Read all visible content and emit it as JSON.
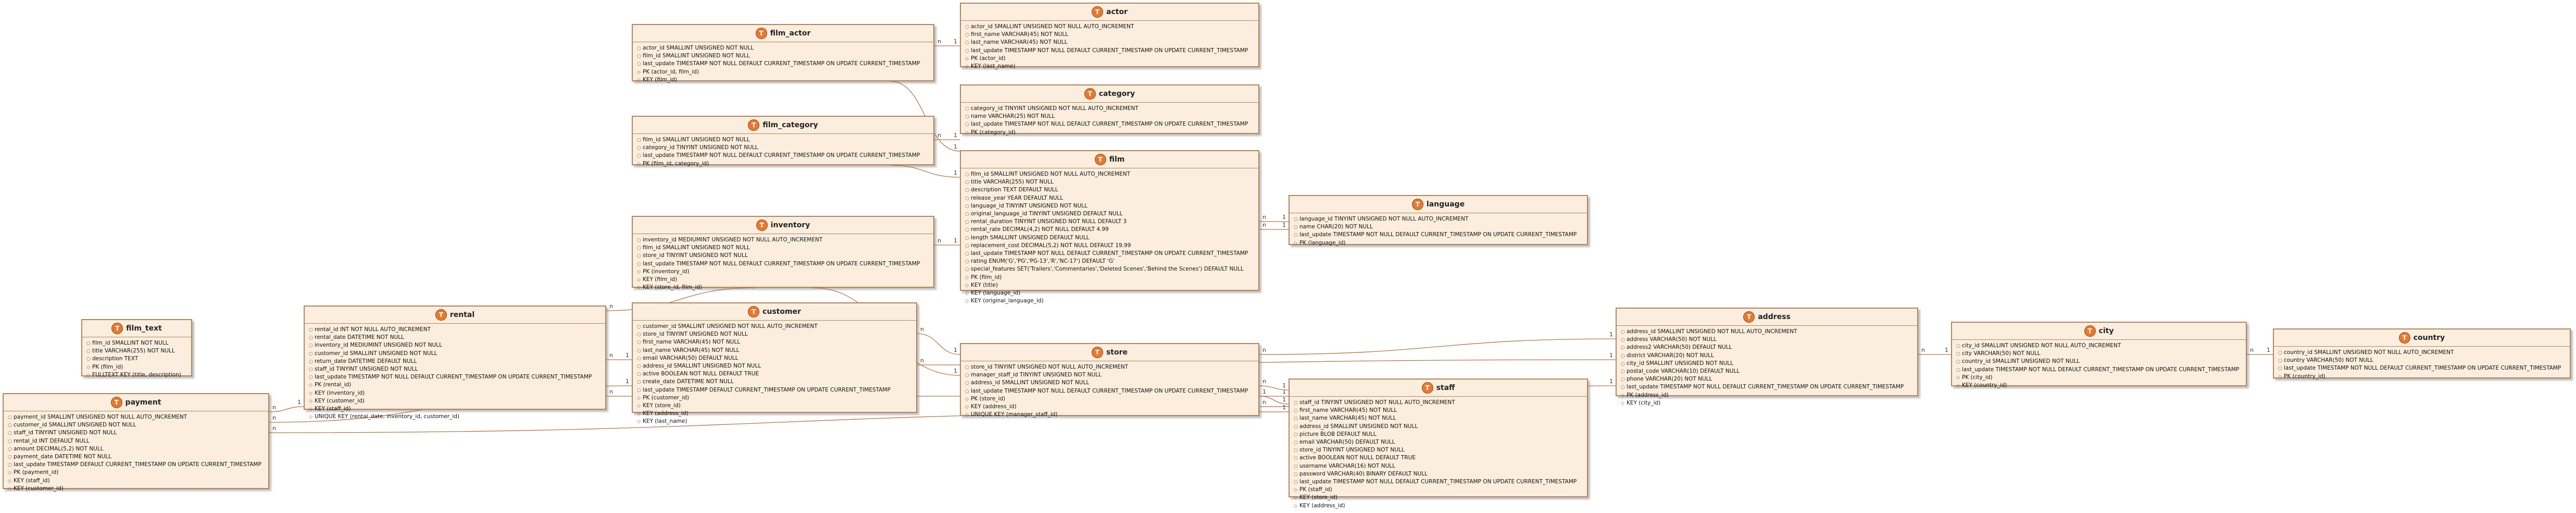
{
  "entities": {
    "film_actor": {
      "name": "film_actor",
      "rows": [
        "actor_id SMALLINT UNSIGNED NOT NULL",
        "film_id SMALLINT UNSIGNED NOT NULL",
        "last_update TIMESTAMP NOT NULL DEFAULT CURRENT_TIMESTAMP ON UPDATE CURRENT_TIMESTAMP",
        "PK (actor_id, film_id)",
        "KEY (film_id)"
      ]
    },
    "actor": {
      "name": "actor",
      "rows": [
        "actor_id SMALLINT UNSIGNED NOT NULL AUTO_INCREMENT",
        "first_name VARCHAR(45) NOT NULL",
        "last_name VARCHAR(45) NOT NULL",
        "last_update TIMESTAMP NOT NULL DEFAULT CURRENT_TIMESTAMP ON UPDATE CURRENT_TIMESTAMP",
        "PK (actor_id)",
        "KEY (last_name)"
      ]
    },
    "category": {
      "name": "category",
      "rows": [
        "category_id TINYINT UNSIGNED NOT NULL AUTO_INCREMENT",
        "name VARCHAR(25) NOT NULL",
        "last_update TIMESTAMP NOT NULL DEFAULT CURRENT_TIMESTAMP ON UPDATE CURRENT_TIMESTAMP",
        "PK (category_id)"
      ]
    },
    "film_category": {
      "name": "film_category",
      "rows": [
        "film_id SMALLINT UNSIGNED NOT NULL",
        "category_id TINYINT UNSIGNED NOT NULL",
        "last_update TIMESTAMP NOT NULL DEFAULT CURRENT_TIMESTAMP ON UPDATE CURRENT_TIMESTAMP",
        "PK (film_id, category_id)"
      ]
    },
    "film": {
      "name": "film",
      "rows": [
        "film_id SMALLINT UNSIGNED NOT NULL AUTO_INCREMENT",
        "title VARCHAR(255) NOT NULL",
        "description TEXT DEFAULT NULL",
        "release_year YEAR DEFAULT NULL",
        "language_id TINYINT UNSIGNED NOT NULL",
        "original_language_id TINYINT UNSIGNED DEFAULT NULL",
        "rental_duration TINYINT UNSIGNED NOT NULL DEFAULT 3",
        "rental_rate DECIMAL(4,2) NOT NULL DEFAULT 4.99",
        "length SMALLINT UNSIGNED DEFAULT NULL",
        "replacement_cost DECIMAL(5,2) NOT NULL DEFAULT 19.99",
        "last_update TIMESTAMP NOT NULL DEFAULT CURRENT_TIMESTAMP ON UPDATE CURRENT_TIMESTAMP",
        "rating ENUM('G','PG','PG-13','R','NC-17') DEFAULT 'G'",
        "special_features SET('Trailers','Commentaries','Deleted Scenes','Behind the Scenes') DEFAULT NULL",
        "PK (film_id)",
        "KEY (title)",
        "KEY (language_id)",
        "KEY (original_language_id)"
      ]
    },
    "language": {
      "name": "language",
      "rows": [
        "language_id TINYINT UNSIGNED NOT NULL AUTO_INCREMENT",
        "name CHAR(20) NOT NULL",
        "last_update TIMESTAMP NOT NULL DEFAULT CURRENT_TIMESTAMP ON UPDATE CURRENT_TIMESTAMP",
        "PK (language_id)"
      ]
    },
    "inventory": {
      "name": "inventory",
      "rows": [
        "inventory_id MEDIUMINT UNSIGNED NOT NULL AUTO_INCREMENT",
        "film_id SMALLINT UNSIGNED NOT NULL",
        "store_id TINYINT UNSIGNED NOT NULL",
        "last_update TIMESTAMP NOT NULL DEFAULT CURRENT_TIMESTAMP ON UPDATE CURRENT_TIMESTAMP",
        "PK (inventory_id)",
        "KEY (film_id)",
        "KEY (store_id, film_id)"
      ]
    },
    "film_text": {
      "name": "film_text",
      "rows": [
        "film_id SMALLINT NOT NULL",
        "title VARCHAR(255) NOT NULL",
        "description TEXT",
        "PK (film_id)",
        "FULLTEXT KEY (title, description)"
      ]
    },
    "rental": {
      "name": "rental",
      "rows": [
        "rental_id INT NOT NULL AUTO_INCREMENT",
        "rental_date DATETIME NOT NULL",
        "inventory_id MEDIUMINT UNSIGNED NOT NULL",
        "customer_id SMALLINT UNSIGNED NOT NULL",
        "return_date DATETIME DEFAULT NULL",
        "staff_id TINYINT UNSIGNED NOT NULL",
        "last_update TIMESTAMP NOT NULL DEFAULT CURRENT_TIMESTAMP ON UPDATE CURRENT_TIMESTAMP",
        "PK (rental_id)",
        "KEY (inventory_id)",
        "KEY (customer_id)",
        "KEY (staff_id)",
        "UNIQUE KEY (rental_date, inventory_id, customer_id)"
      ]
    },
    "customer": {
      "name": "customer",
      "rows": [
        "customer_id SMALLINT UNSIGNED NOT NULL AUTO_INCREMENT",
        "store_id TINYINT UNSIGNED NOT NULL",
        "first_name VARCHAR(45) NOT NULL",
        "last_name VARCHAR(45) NOT NULL",
        "email VARCHAR(50) DEFAULT NULL",
        "address_id SMALLINT UNSIGNED NOT NULL",
        "active BOOLEAN NOT NULL DEFAULT TRUE",
        "create_date DATETIME NOT NULL",
        "last_update TIMESTAMP DEFAULT CURRENT_TIMESTAMP ON UPDATE CURRENT_TIMESTAMP",
        "PK (customer_id)",
        "KEY (store_id)",
        "KEY (address_id)",
        "KEY (last_name)"
      ]
    },
    "store": {
      "name": "store",
      "rows": [
        "store_id TINYINT UNSIGNED NOT NULL AUTO_INCREMENT",
        "manager_staff_id TINYINT UNSIGNED NOT NULL",
        "address_id SMALLINT UNSIGNED NOT NULL",
        "last_update TIMESTAMP NOT NULL DEFAULT CURRENT_TIMESTAMP ON UPDATE CURRENT_TIMESTAMP",
        "PK (store_id)",
        "KEY (address_id)",
        "UNIQUE KEY (manager_staff_id)"
      ]
    },
    "address": {
      "name": "address",
      "rows": [
        "address_id SMALLINT UNSIGNED NOT NULL AUTO_INCREMENT",
        "address VARCHAR(50) NOT NULL",
        "address2 VARCHAR(50) DEFAULT NULL",
        "district VARCHAR(20) NOT NULL",
        "city_id SMALLINT UNSIGNED NOT NULL",
        "postal_code VARCHAR(10) DEFAULT NULL",
        "phone VARCHAR(20) NOT NULL",
        "last_update TIMESTAMP NOT NULL DEFAULT CURRENT_TIMESTAMP ON UPDATE CURRENT_TIMESTAMP",
        "PK (address_id)",
        "KEY (city_id)"
      ]
    },
    "city": {
      "name": "city",
      "rows": [
        "city_id SMALLINT UNSIGNED NOT NULL AUTO_INCREMENT",
        "city VARCHAR(50) NOT NULL",
        "country_id SMALLINT UNSIGNED NOT NULL",
        "last_update TIMESTAMP NOT NULL DEFAULT CURRENT_TIMESTAMP ON UPDATE CURRENT_TIMESTAMP",
        "PK (city_id)",
        "KEY (country_id)"
      ]
    },
    "country": {
      "name": "country",
      "rows": [
        "country_id SMALLINT UNSIGNED NOT NULL AUTO_INCREMENT",
        "country VARCHAR(50) NOT NULL",
        "last_update TIMESTAMP NOT NULL DEFAULT CURRENT_TIMESTAMP ON UPDATE CURRENT_TIMESTAMP",
        "PK (country_id)"
      ]
    },
    "payment": {
      "name": "payment",
      "rows": [
        "payment_id SMALLINT UNSIGNED NOT NULL AUTO_INCREMENT",
        "customer_id SMALLINT UNSIGNED NOT NULL",
        "staff_id TINYINT UNSIGNED NOT NULL",
        "rental_id INT DEFAULT NULL",
        "amount DECIMAL(5,2) NOT NULL",
        "payment_date DATETIME NOT NULL",
        "last_update TIMESTAMP DEFAULT CURRENT_TIMESTAMP ON UPDATE CURRENT_TIMESTAMP",
        "PK (payment_id)",
        "KEY (staff_id)",
        "KEY (customer_id)"
      ]
    },
    "staff": {
      "name": "staff",
      "rows": [
        "staff_id TINYINT UNSIGNED NOT NULL AUTO_INCREMENT",
        "first_name VARCHAR(45) NOT NULL",
        "last_name VARCHAR(45) NOT NULL",
        "address_id SMALLINT UNSIGNED NOT NULL",
        "picture BLOB DEFAULT NULL",
        "email VARCHAR(50) DEFAULT NULL",
        "store_id TINYINT UNSIGNED NOT NULL",
        "active BOOLEAN NOT NULL DEFAULT TRUE",
        "username VARCHAR(16) NOT NULL",
        "password VARCHAR(40) BINARY DEFAULT NULL",
        "last_update TIMESTAMP NOT NULL DEFAULT CURRENT_TIMESTAMP ON UPDATE CURRENT_TIMESTAMP",
        "PK (staff_id)",
        "KEY (store_id)",
        "KEY (address_id)"
      ]
    }
  },
  "badge_letter": "T",
  "relationships": [
    {
      "from": "film_actor",
      "to": "actor",
      "from_card": "n",
      "to_card": "1"
    },
    {
      "from": "film_actor",
      "to": "film",
      "from_card": "n",
      "to_card": "1"
    },
    {
      "from": "film_category",
      "to": "category",
      "from_card": "n",
      "to_card": "1"
    },
    {
      "from": "film_category",
      "to": "film",
      "from_card": "n",
      "to_card": "1"
    },
    {
      "from": "film",
      "to": "language",
      "from_card": "n",
      "to_card": "1"
    },
    {
      "from": "film",
      "to": "language",
      "from_card": "n",
      "to_card": "1"
    },
    {
      "from": "inventory",
      "to": "film",
      "from_card": "n",
      "to_card": "1"
    },
    {
      "from": "inventory",
      "to": "store",
      "from_card": "n",
      "to_card": "1"
    },
    {
      "from": "rental",
      "to": "inventory",
      "from_card": "n",
      "to_card": "1"
    },
    {
      "from": "rental",
      "to": "customer",
      "from_card": "n",
      "to_card": "1"
    },
    {
      "from": "rental",
      "to": "staff",
      "from_card": "n",
      "to_card": "1"
    },
    {
      "from": "customer",
      "to": "store",
      "from_card": "n",
      "to_card": "1"
    },
    {
      "from": "customer",
      "to": "address",
      "from_card": "n",
      "to_card": "1"
    },
    {
      "from": "store",
      "to": "address",
      "from_card": "n",
      "to_card": "1"
    },
    {
      "from": "store",
      "to": "staff",
      "from_card": "1",
      "to_card": "1"
    },
    {
      "from": "staff",
      "to": "store",
      "from_card": "n",
      "to_card": "1"
    },
    {
      "from": "staff",
      "to": "address",
      "from_card": "n",
      "to_card": "1"
    },
    {
      "from": "address",
      "to": "city",
      "from_card": "n",
      "to_card": "1"
    },
    {
      "from": "city",
      "to": "country",
      "from_card": "n",
      "to_card": "1"
    },
    {
      "from": "payment",
      "to": "customer",
      "from_card": "n",
      "to_card": "1"
    },
    {
      "from": "payment",
      "to": "staff",
      "from_card": "n",
      "to_card": "1"
    },
    {
      "from": "payment",
      "to": "rental",
      "from_card": "n",
      "to_card": "1"
    }
  ],
  "colors": {
    "entity_fill": "#fbeede",
    "entity_border": "#b5835a",
    "badge": "#e8792f",
    "edge": "#b5764a"
  }
}
